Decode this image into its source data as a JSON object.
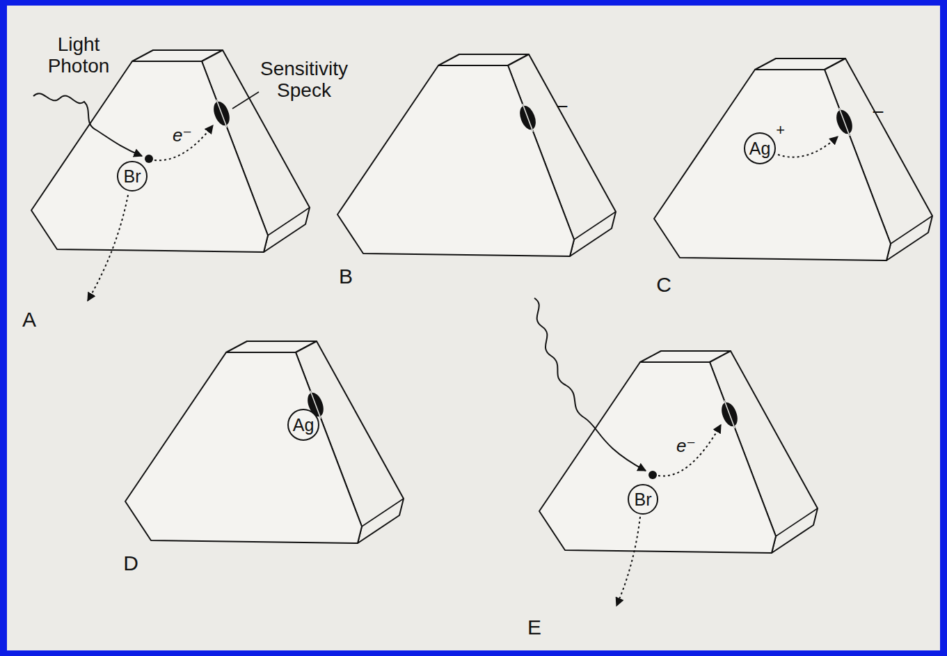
{
  "diagram": {
    "nodes": [
      {
        "text": [
          "Br"
        ]
      },
      {
        "text": [
          "Ag",
          "+"
        ]
      },
      {
        "text": [
          "Ag"
        ]
      },
      {
        "text": [
          "Br"
        ]
      }
    ],
    "labels": [
      "Light Photon",
      "Sensitivity Speck",
      "e⁻",
      "A",
      "−",
      "B",
      "−",
      "C",
      "D",
      "e⁻",
      "E"
    ]
  }
}
